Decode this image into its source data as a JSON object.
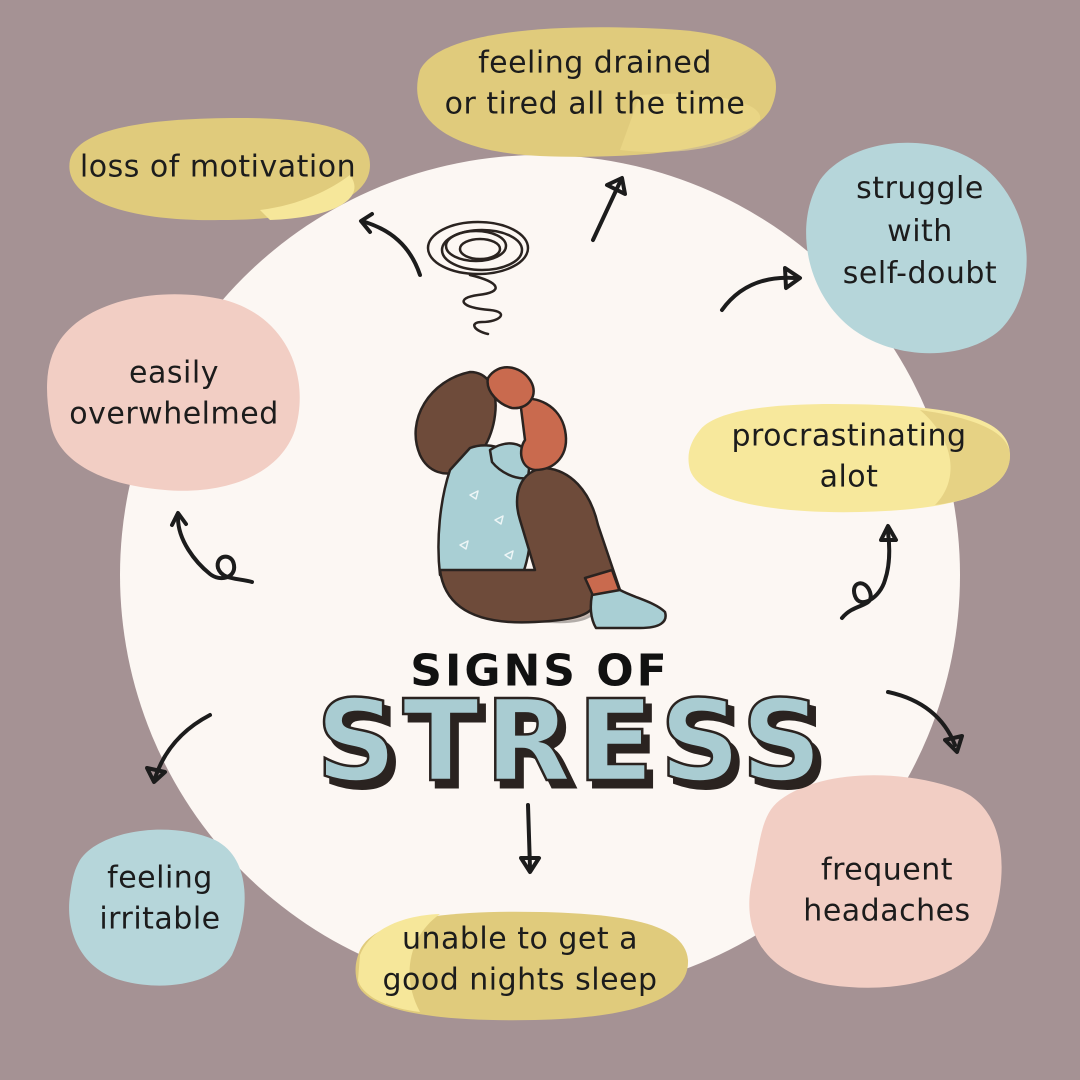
{
  "title": {
    "top": "SIGNS OF",
    "main": "STRESS"
  },
  "colors": {
    "background": "#a59294",
    "circle": "#fcf7f3",
    "yellow_blob": "#e0cb7c",
    "yellow_light": "#f7e89c",
    "blue_blob": "#b6d6da",
    "pink_blob": "#f2cec4",
    "title_fill": "#a9ccd2"
  },
  "signs": [
    {
      "id": "drained",
      "color": "yellow",
      "lines": [
        "feeling drained",
        "or tired all the time"
      ]
    },
    {
      "id": "motivation",
      "color": "yellow",
      "lines": [
        "loss of motivation"
      ]
    },
    {
      "id": "self-doubt",
      "color": "blue",
      "lines": [
        "struggle",
        "with",
        "self-doubt"
      ]
    },
    {
      "id": "overwhelmed",
      "color": "pink",
      "lines": [
        "easily",
        "overwhelmed"
      ]
    },
    {
      "id": "procrastinating",
      "color": "yellow-light",
      "lines": [
        "procrastinating",
        "alot"
      ]
    },
    {
      "id": "headaches",
      "color": "pink",
      "lines": [
        "frequent",
        "headaches"
      ]
    },
    {
      "id": "irritable",
      "color": "blue",
      "lines": [
        "feeling",
        "irritable"
      ]
    },
    {
      "id": "sleep",
      "color": "yellow",
      "lines": [
        "unable to get a",
        "good nights sleep"
      ]
    }
  ]
}
